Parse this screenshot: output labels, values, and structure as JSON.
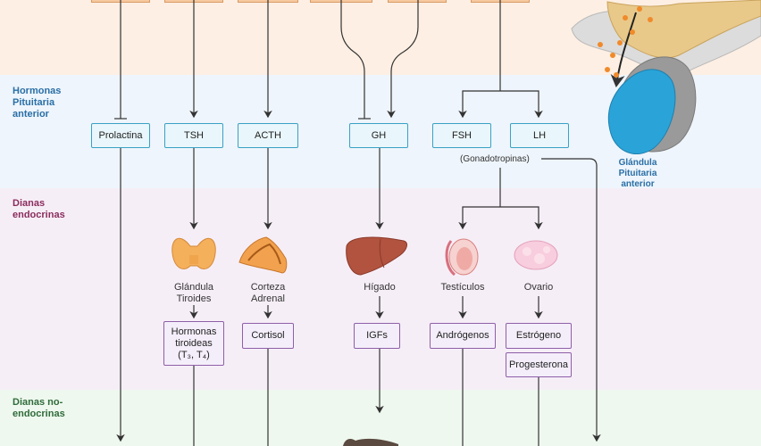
{
  "sections": {
    "pituitary": "Hormonas Pituitaria anterior",
    "endocrine_targets": "Dianas endocrinas",
    "nonendocrine_targets": "Dianas no-endocrinas"
  },
  "pituitary_hormones": {
    "prolactin": "Prolactina",
    "tsh": "TSH",
    "acth": "ACTH",
    "gh": "GH",
    "fsh": "FSH",
    "lh": "LH"
  },
  "gonadotropins_note": "(Gonadotropinas)",
  "pituitary_gland_label": "Glándula Pituitaria anterior",
  "organs": {
    "thyroid": "Glándula Tiroides",
    "adrenal": "Corteza Adrenal",
    "liver": "Hígado",
    "testes": "Testículos",
    "ovary": "Ovario"
  },
  "products": {
    "thyroid_hormones": "Hormonas tiroideas (T₃, T₄)",
    "cortisol": "Cortisol",
    "igfs": "IGFs",
    "androgens": "Andrógenos",
    "estrogen": "Estrógeno",
    "progesterone": "Progesterona"
  },
  "colors": {
    "hypothalamus_band": "#fdefe3",
    "pituitary_band": "#eef5fc",
    "endocrine_band": "#f6eef7",
    "nonendocrine_band": "#eef8ee",
    "hormone_box_border": "#3aa1c4",
    "product_box_border": "#8e5fa8"
  }
}
